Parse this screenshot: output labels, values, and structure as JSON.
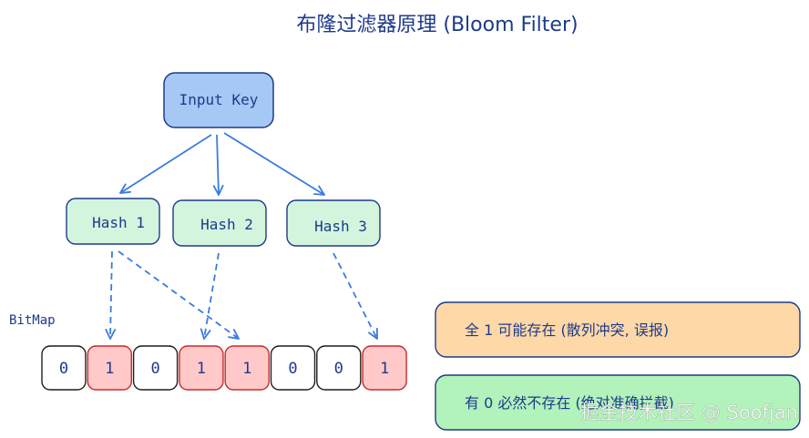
{
  "title": "布隆过滤器原理 (Bloom Filter)",
  "input_key": "Input Key",
  "hashes": [
    "Hash 1",
    "Hash 2",
    "Hash 3"
  ],
  "bitmap": {
    "label": "BitMap",
    "bits": [
      "0",
      "1",
      "0",
      "1",
      "1",
      "0",
      "0",
      "1"
    ]
  },
  "notes": {
    "all_one": "全 1 可能存在 (散列冲突, 误报)",
    "has_zero": "有 0 必然不存在 (绝对准确拦截)"
  },
  "watermark": "掘金技术社区 @ Soofjan",
  "colors": {
    "input_fill": "#a5c8f4",
    "hash_fill": "#d3f5de",
    "bit_zero_fill": "#ffffff",
    "bit_one_fill": "#ffc9c9",
    "note_orange": "#ffd8a8",
    "note_green": "#b2f2bb",
    "blue_stroke": "#1e3a8a",
    "arrow": "#3a7be0"
  }
}
